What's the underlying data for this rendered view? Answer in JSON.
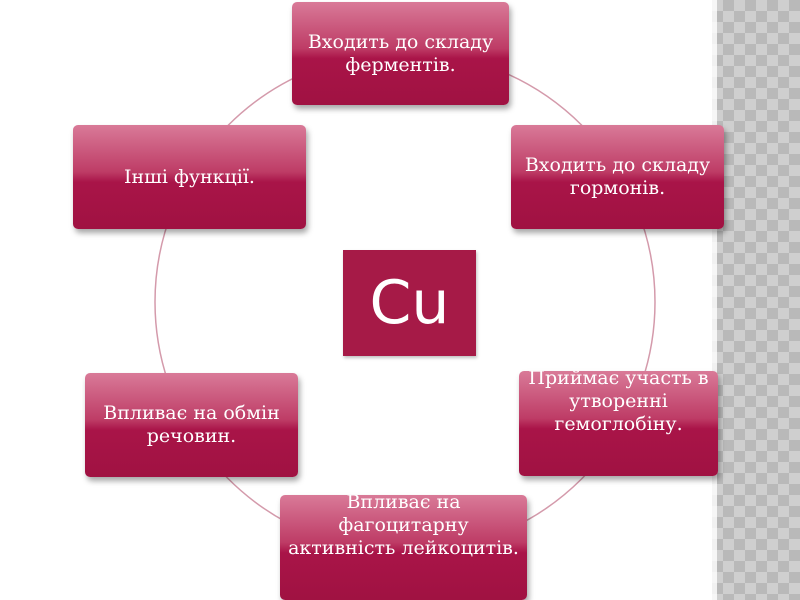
{
  "center": {
    "label": "Cu"
  },
  "nodes": [
    {
      "id": "top",
      "text": "Входить до складу ферментів."
    },
    {
      "id": "right-upper",
      "text": "Входить до складу гормонів."
    },
    {
      "id": "right-lower",
      "text": "Приймає участь в утворенні гемоглобіну."
    },
    {
      "id": "bottom",
      "text": "Впливає на фагоцитарну активність лейкоцитів."
    },
    {
      "id": "left-lower",
      "text": "Впливає на обмін речовин."
    },
    {
      "id": "left-upper",
      "text": "Інші функції."
    }
  ],
  "colors": {
    "node_fill": "#a91448",
    "node_highlight": "#d97a98",
    "center_fill": "#a61a47",
    "ring_stroke": "#d49aab",
    "side_pattern": "#b9b9b9"
  }
}
